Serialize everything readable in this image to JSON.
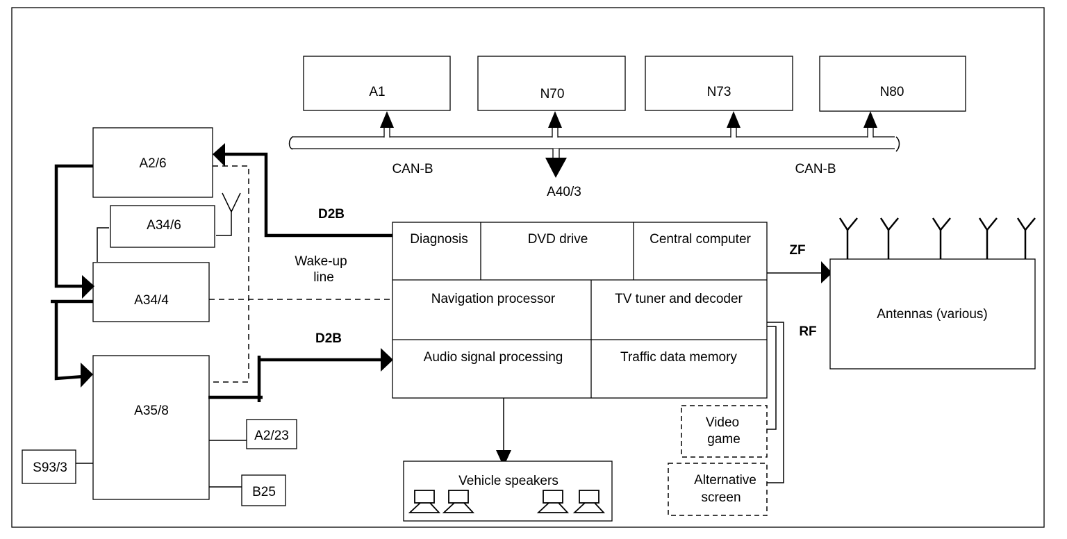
{
  "diagram": {
    "colors": {
      "line": "#000000",
      "background": "#ffffff"
    },
    "can_bus": {
      "nodes": [
        {
          "id": "A1",
          "label": "A1"
        },
        {
          "id": "N70",
          "label": "N70"
        },
        {
          "id": "N73",
          "label": "N73"
        },
        {
          "id": "N80",
          "label": "N80"
        }
      ],
      "left_label": "CAN-B",
      "right_label": "CAN-B",
      "gateway": {
        "id": "A40/3",
        "label": "A40/3"
      }
    },
    "left_modules": [
      {
        "id": "A2/6",
        "label": "A2/6"
      },
      {
        "id": "A34/6",
        "label": "A34/6"
      },
      {
        "id": "A34/4",
        "label": "A34/4"
      },
      {
        "id": "A35/8",
        "label": "A35/8"
      },
      {
        "id": "A2/23",
        "label": "A2/23"
      },
      {
        "id": "B25",
        "label": "B25"
      },
      {
        "id": "S93/3",
        "label": "S93/3"
      }
    ],
    "connections": {
      "d2b_top": "D2B",
      "wake_up_line": [
        "Wake-up",
        "line"
      ],
      "d2b_bottom": "D2B",
      "zf": "ZF",
      "rf": "RF"
    },
    "central_unit": {
      "row1": [
        "Diagnosis",
        "DVD drive",
        "Central computer"
      ],
      "row2": [
        "Navigation processor",
        "TV tuner and decoder"
      ],
      "row3": [
        "Audio signal processing",
        "Traffic data memory"
      ]
    },
    "antennas": {
      "label": "Antennas (various)",
      "count": 5
    },
    "speakers": {
      "label": "Vehicle speakers",
      "count": 4
    },
    "optional_devices": [
      {
        "id": "video-game",
        "lines": [
          "Video",
          "game"
        ]
      },
      {
        "id": "alternative-screen",
        "lines": [
          "Alternative",
          "screen"
        ]
      }
    ]
  }
}
